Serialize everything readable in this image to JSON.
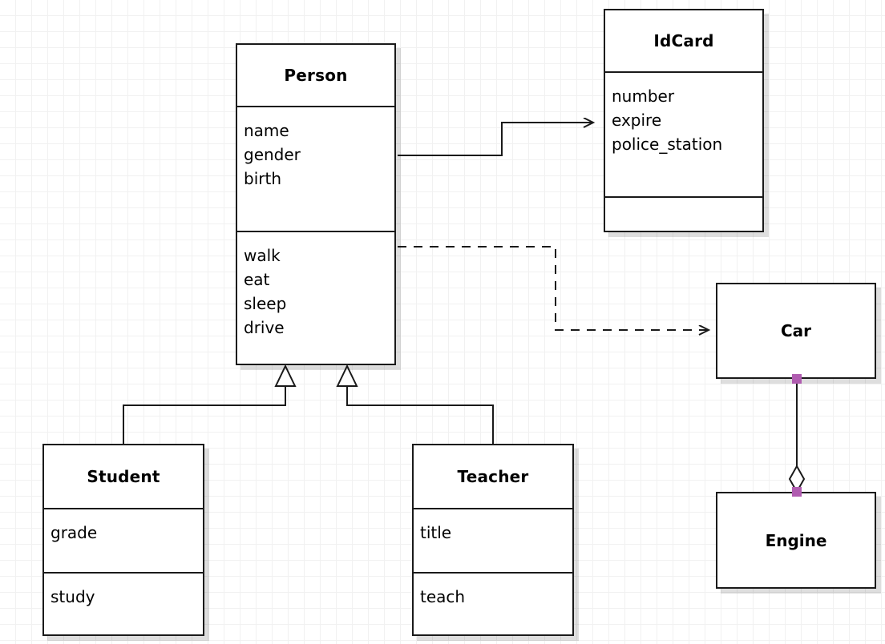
{
  "diagram": {
    "type": "uml-class-diagram",
    "background": "#ffffff",
    "grid_color": "#f1f1f1",
    "line_color": "#1a1a1a",
    "selection_handle_color": "#b05cb0"
  },
  "classes": {
    "person": {
      "name": "Person",
      "attributes": [
        "name",
        "gender",
        "birth"
      ],
      "methods": [
        "walk",
        "eat",
        "sleep",
        "drive"
      ]
    },
    "idcard": {
      "name": "IdCard",
      "attributes": [
        "number",
        "expire",
        "police_station"
      ],
      "methods": []
    },
    "student": {
      "name": "Student",
      "attributes": [
        "grade"
      ],
      "methods": [
        "study"
      ]
    },
    "teacher": {
      "name": "Teacher",
      "attributes": [
        "title"
      ],
      "methods": [
        "teach"
      ]
    },
    "car": {
      "name": "Car",
      "attributes": [],
      "methods": []
    },
    "engine": {
      "name": "Engine",
      "attributes": [],
      "methods": []
    }
  },
  "relationships": [
    {
      "id": "person-idcard",
      "kind": "association",
      "style": "solid",
      "arrowhead": "open",
      "from": "Person",
      "to": "IdCard"
    },
    {
      "id": "person-car",
      "kind": "dependency",
      "style": "dashed",
      "arrowhead": "open",
      "from": "Person",
      "to": "Car"
    },
    {
      "id": "student-person",
      "kind": "generalization",
      "style": "solid",
      "arrowhead": "hollow-triangle",
      "from": "Student",
      "to": "Person"
    },
    {
      "id": "teacher-person",
      "kind": "generalization",
      "style": "solid",
      "arrowhead": "hollow-triangle",
      "from": "Teacher",
      "to": "Person"
    },
    {
      "id": "car-engine",
      "kind": "aggregation",
      "style": "solid",
      "arrowhead": "hollow-diamond",
      "from": "Car",
      "to": "Engine",
      "selected": true
    }
  ]
}
